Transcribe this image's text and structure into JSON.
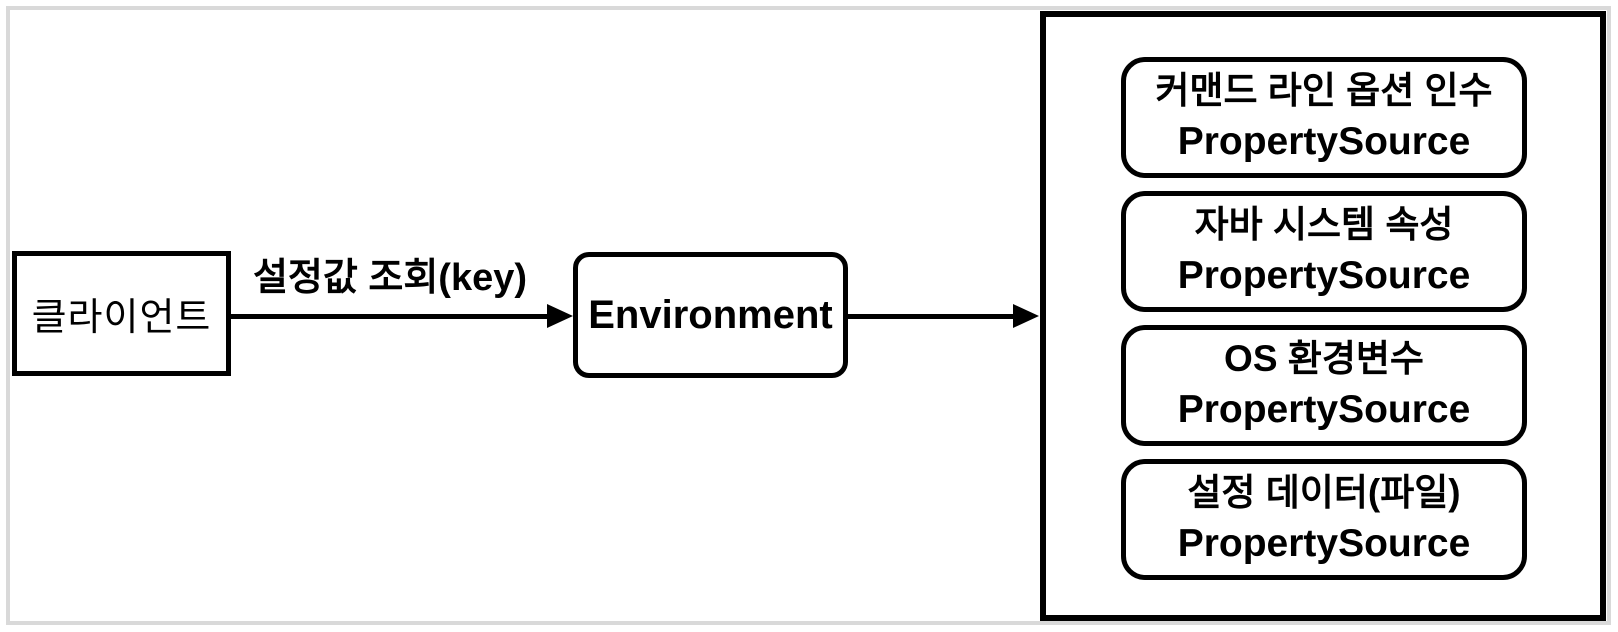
{
  "diagram": {
    "client": {
      "label": "클라이언트"
    },
    "request_arrow": {
      "label": "설정값 조회(key)"
    },
    "environment": {
      "label": "Environment"
    },
    "property_sources": [
      {
        "title": "커맨드 라인 옵션 인수",
        "subtitle": "PropertySource"
      },
      {
        "title": "자바 시스템 속성",
        "subtitle": "PropertySource"
      },
      {
        "title": "OS 환경변수",
        "subtitle": "PropertySource"
      },
      {
        "title": "설정 데이터(파일)",
        "subtitle": "PropertySource"
      }
    ],
    "colors": {
      "line": "#000000",
      "frame": "#d9d9d9",
      "background": "#ffffff",
      "box_fill": "#ffffff"
    }
  }
}
